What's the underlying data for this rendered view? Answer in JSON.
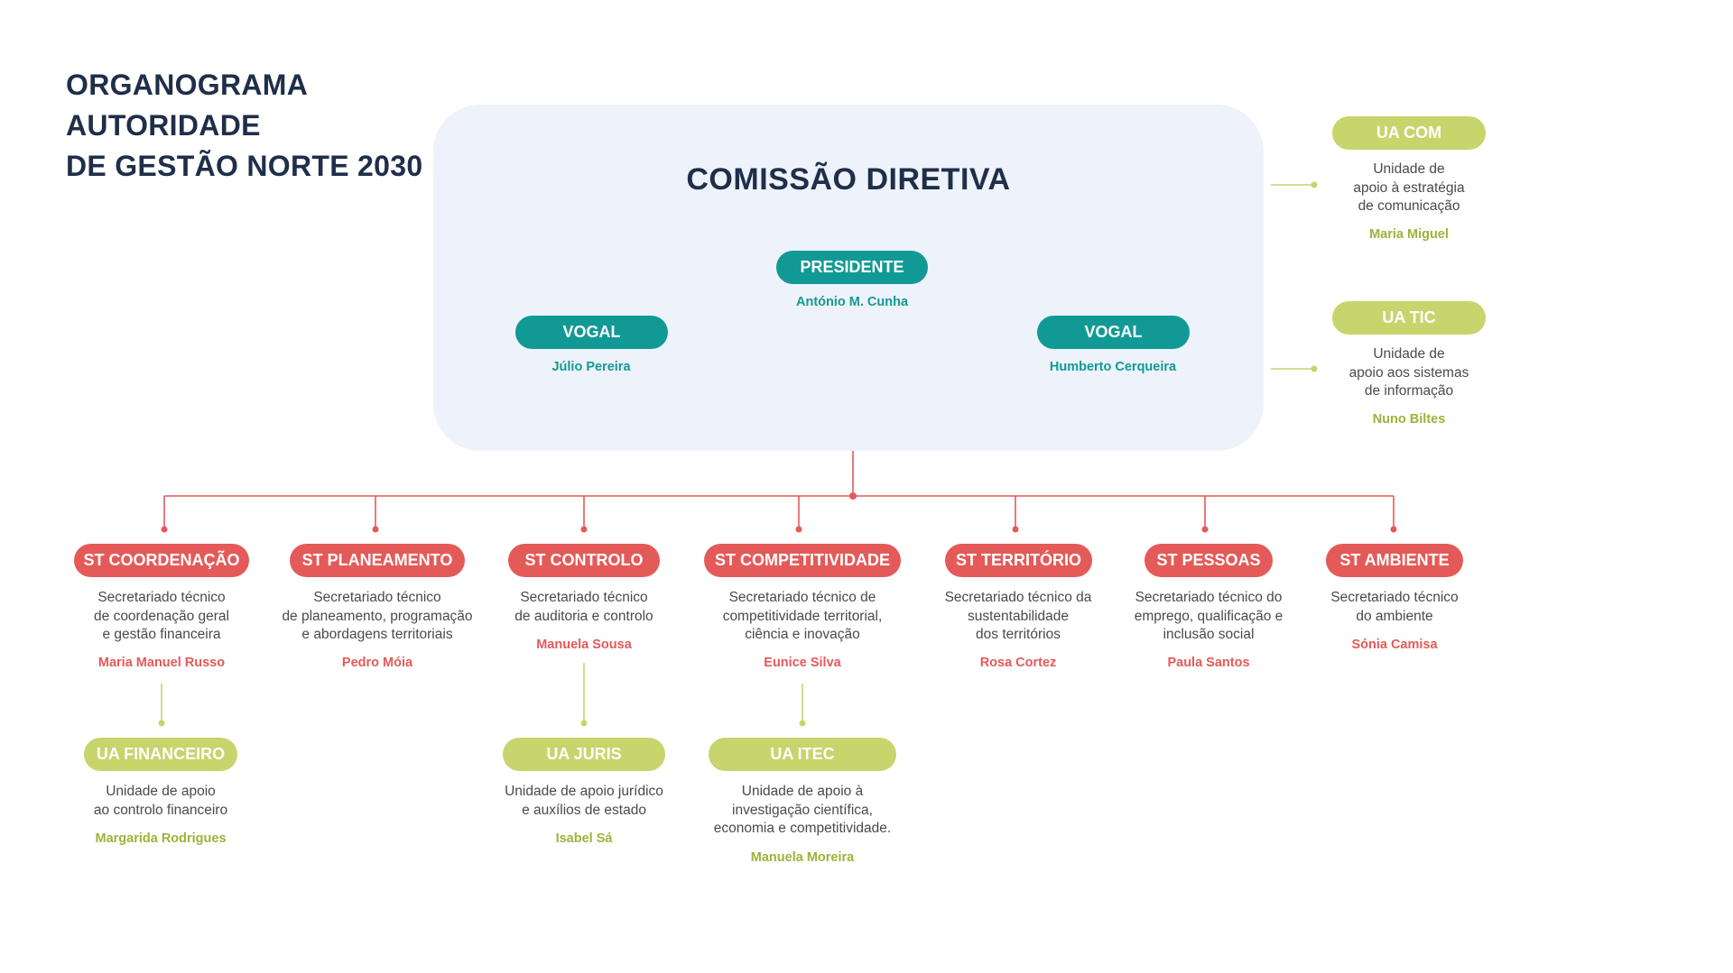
{
  "title_lines": [
    "ORGANOGRAMA AUTORIDADE",
    "DE GESTÃO NORTE 2030"
  ],
  "board": {
    "title": "COMISSÃO DIRETIVA",
    "president": {
      "label": "PRESIDENTE",
      "name": "António M. Cunha"
    },
    "vogal_left": {
      "label": "VOGAL",
      "name": "Júlio Pereira"
    },
    "vogal_right": {
      "label": "VOGAL",
      "name": "Humberto Cerqueira"
    }
  },
  "side_units": [
    {
      "label": "UA COM",
      "desc": [
        "Unidade de",
        "apoio à estratégia",
        "de comunicação"
      ],
      "name": "Maria Miguel"
    },
    {
      "label": "UA TIC",
      "desc": [
        "Unidade de",
        "apoio aos sistemas",
        "de informação"
      ],
      "name": "Nuno Biltes"
    }
  ],
  "secretariats": [
    {
      "label": "ST COORDENAÇÃO",
      "desc": [
        "Secretariado técnico",
        "de coordenação geral",
        "e gestão financeira"
      ],
      "name": "Maria Manuel Russo"
    },
    {
      "label": "ST PLANEAMENTO",
      "desc": [
        "Secretariado técnico",
        "de planeamento, programação",
        "e abordagens territoriais"
      ],
      "name": "Pedro Móia"
    },
    {
      "label": "ST CONTROLO",
      "desc": [
        "Secretariado técnico",
        "de auditoria e controlo"
      ],
      "name": "Manuela Sousa"
    },
    {
      "label": "ST COMPETITIVIDADE",
      "desc": [
        "Secretariado técnico de",
        "competitividade territorial,",
        "ciência e inovação"
      ],
      "name": "Eunice Silva"
    },
    {
      "label": "ST TERRITÓRIO",
      "desc": [
        "Secretariado técnico da",
        "sustentabilidade",
        "dos territórios"
      ],
      "name": "Rosa Cortez"
    },
    {
      "label": "ST PESSOAS",
      "desc": [
        "Secretariado técnico do",
        "emprego, qualificação e",
        "inclusão social"
      ],
      "name": "Paula Santos"
    },
    {
      "label": "ST AMBIENTE",
      "desc": [
        "Secretariado técnico",
        "do ambiente"
      ],
      "name": "Sónia Camisa"
    }
  ],
  "support_units": [
    {
      "label": "UA FINANCEIRO",
      "desc": [
        "Unidade de apoio",
        "ao controlo financeiro"
      ],
      "name": "Margarida Rodrigues"
    },
    {
      "label": "UA JURIS",
      "desc": [
        "Unidade de apoio jurídico",
        "e auxílios de estado"
      ],
      "name": "Isabel Sá"
    },
    {
      "label": "UA ITEC",
      "desc": [
        "Unidade de apoio à",
        "investigação científica,",
        "economia e competitividade."
      ],
      "name": "Manuela Moreira"
    }
  ],
  "colors": {
    "navy": "#1f2f4a",
    "teal": "#119a95",
    "red": "#e45a58",
    "green": "#c8d46c",
    "green_text": "#9eb23a",
    "board_bg": "#eef2fa"
  }
}
